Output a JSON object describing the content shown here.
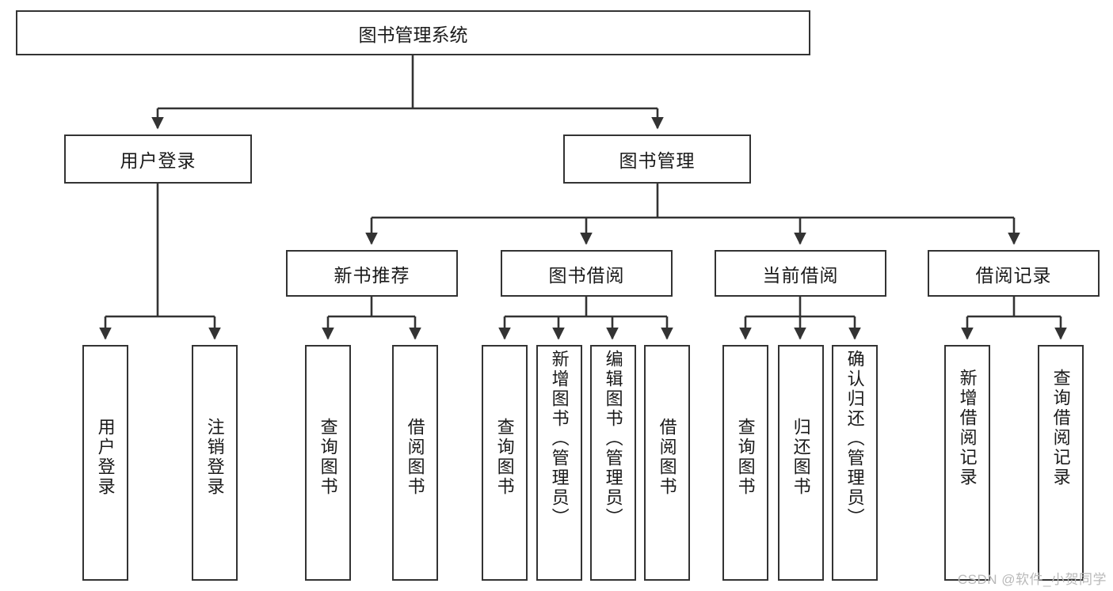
{
  "diagram": {
    "title": "图书管理系统",
    "watermark": "CSDN @软件_小贺同学",
    "colors": {
      "box_border": "#333333",
      "box_fill": "#ffffff",
      "edge": "#333333",
      "text": "#1a1a1a",
      "watermark": "#b9b9b9"
    },
    "root": {
      "label": "图书管理系统"
    },
    "level1": [
      {
        "label": "用户登录"
      },
      {
        "label": "图书管理"
      }
    ],
    "level2": [
      {
        "label": "新书推荐"
      },
      {
        "label": "图书借阅"
      },
      {
        "label": "当前借阅"
      },
      {
        "label": "借阅记录"
      }
    ],
    "leaves": [
      {
        "label": "用户登录",
        "parent": "用户登录"
      },
      {
        "label": "注销登录",
        "parent": "用户登录"
      },
      {
        "label": "查询图书",
        "parent": "新书推荐"
      },
      {
        "label": "借阅图书",
        "parent": "新书推荐"
      },
      {
        "label": "查询图书",
        "parent": "图书借阅"
      },
      {
        "label": "新增图书（管理员）",
        "parent": "图书借阅"
      },
      {
        "label": "编辑图书（管理员）",
        "parent": "图书借阅"
      },
      {
        "label": "借阅图书",
        "parent": "图书借阅"
      },
      {
        "label": "查询图书",
        "parent": "当前借阅"
      },
      {
        "label": "归还图书",
        "parent": "当前借阅"
      },
      {
        "label": "确认归还（管理员）",
        "parent": "当前借阅"
      },
      {
        "label": "新增借阅记录",
        "parent": "借阅记录"
      },
      {
        "label": "查询借阅记录",
        "parent": "借阅记录"
      }
    ]
  }
}
